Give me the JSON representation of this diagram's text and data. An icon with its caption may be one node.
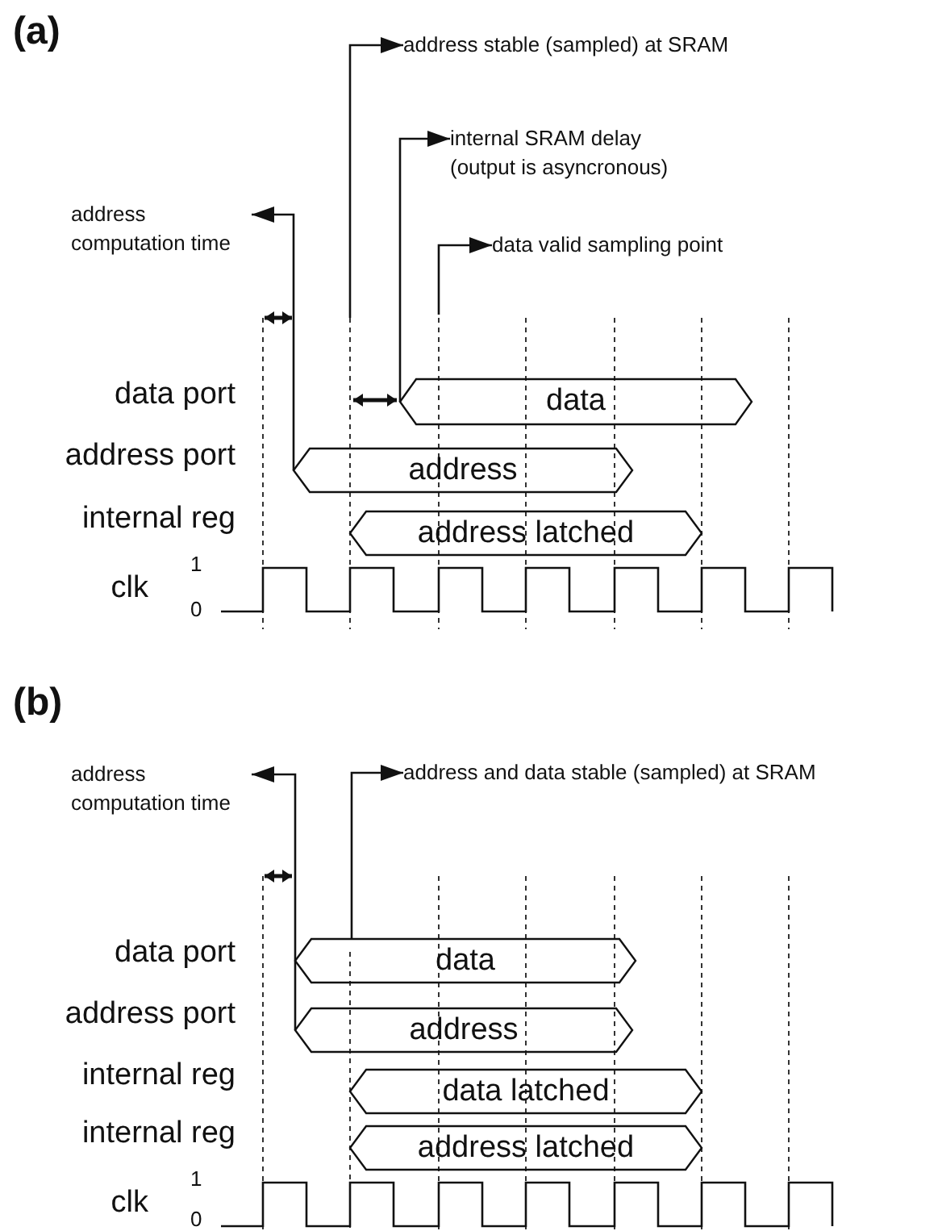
{
  "diagram": {
    "nodes": [
      {
        "text": [
          "address stable (sampled) at SRAM"
        ]
      },
      {
        "text": [
          "internal SRAM delay (output is asyncronous)"
        ]
      },
      {
        "text": [
          "address computation time"
        ]
      },
      {
        "text": [
          "data valid sampling point"
        ]
      },
      {
        "text": [
          "data"
        ]
      },
      {
        "text": [
          "address"
        ]
      },
      {
        "text": [
          "address latched"
        ]
      },
      {
        "text": [
          "address computation time"
        ]
      },
      {
        "text": [
          "address and data stable (sampled) at SRAM"
        ]
      },
      {
        "text": [
          "data"
        ]
      },
      {
        "text": [
          "address"
        ]
      },
      {
        "text": [
          "data latched"
        ]
      },
      {
        "text": [
          "address latched"
        ]
      }
    ],
    "edges": [
      {
        "from": null,
        "to": 0,
        "arrow": "to"
      },
      {
        "from": 4,
        "to": 1,
        "arrow": "to"
      },
      {
        "from": 5,
        "to": 2,
        "arrow": "to"
      },
      {
        "from": null,
        "to": 3,
        "arrow": "to"
      },
      {
        "from": 10,
        "to": 7,
        "arrow": "to"
      },
      {
        "from": 9,
        "to": 8,
        "arrow": "to"
      }
    ],
    "labels": [
      "(a)",
      "data port",
      "address port",
      "internal reg",
      "clk",
      "1",
      "0",
      "(b)",
      "data port",
      "address port",
      "internal reg",
      "internal reg",
      "clk",
      "1",
      "0"
    ]
  }
}
